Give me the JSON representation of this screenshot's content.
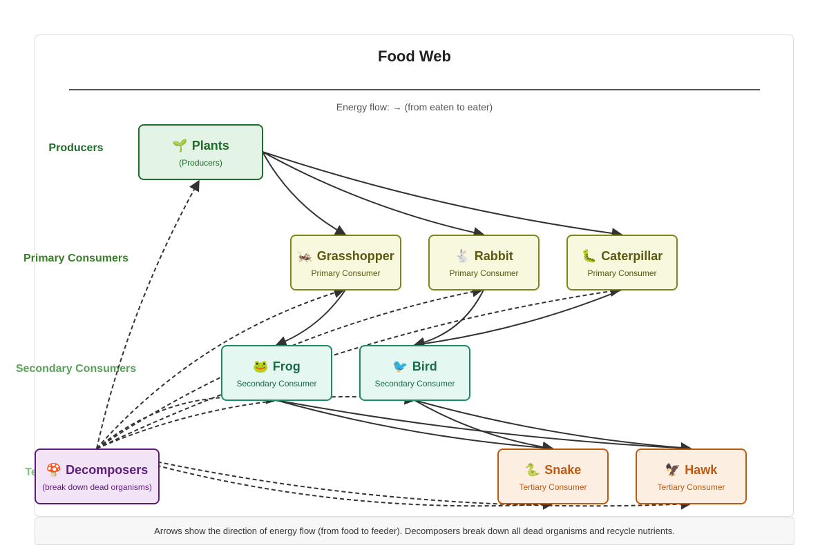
{
  "title": "Food Web",
  "subtitle": "Energy flow: → (from eaten to eater)",
  "levels": {
    "producers": "Producers",
    "primary": "Primary Consumers",
    "secondary": "Secondary Consumers",
    "tertiary": "Te"
  },
  "nodes": {
    "plants": {
      "name": "Plants",
      "role": "(Producers)",
      "icon": "seedling"
    },
    "grasshopper": {
      "name": "Grasshopper",
      "role": "Primary Consumer",
      "icon": "cricket"
    },
    "rabbit": {
      "name": "Rabbit",
      "role": "Primary Consumer",
      "icon": "rabbit"
    },
    "caterpillar": {
      "name": "Caterpillar",
      "role": "Primary Consumer",
      "icon": "caterpillar"
    },
    "frog": {
      "name": "Frog",
      "role": "Secondary Consumer",
      "icon": "frog"
    },
    "bird": {
      "name": "Bird",
      "role": "Secondary Consumer",
      "icon": "bird"
    },
    "snake": {
      "name": "Snake",
      "role": "Tertiary Consumer",
      "icon": "snake"
    },
    "hawk": {
      "name": "Hawk",
      "role": "Tertiary Consumer",
      "icon": "eagle"
    },
    "decomposers": {
      "name": "Decomposers",
      "role": "(break down dead organisms)",
      "icon": "mushroom"
    }
  },
  "edges": [
    {
      "from": "plants",
      "to": "grasshopper",
      "style": "solid"
    },
    {
      "from": "plants",
      "to": "rabbit",
      "style": "solid"
    },
    {
      "from": "plants",
      "to": "caterpillar",
      "style": "solid"
    },
    {
      "from": "grasshopper",
      "to": "frog",
      "style": "solid"
    },
    {
      "from": "rabbit",
      "to": "bird",
      "style": "solid"
    },
    {
      "from": "caterpillar",
      "to": "bird",
      "style": "solid"
    },
    {
      "from": "frog",
      "to": "snake",
      "style": "solid"
    },
    {
      "from": "frog",
      "to": "hawk",
      "style": "solid"
    },
    {
      "from": "bird",
      "to": "snake",
      "style": "solid"
    },
    {
      "from": "bird",
      "to": "hawk",
      "style": "solid"
    },
    {
      "from": "decomposers",
      "to": "plants",
      "style": "dashed"
    },
    {
      "from": "decomposers",
      "to": "grasshopper",
      "style": "dashed"
    },
    {
      "from": "decomposers",
      "to": "rabbit",
      "style": "dashed"
    },
    {
      "from": "decomposers",
      "to": "caterpillar",
      "style": "dashed"
    },
    {
      "from": "decomposers",
      "to": "frog",
      "style": "dashed"
    },
    {
      "from": "decomposers",
      "to": "bird",
      "style": "dashed"
    },
    {
      "from": "decomposers",
      "to": "snake",
      "style": "dashed"
    },
    {
      "from": "decomposers",
      "to": "hawk",
      "style": "dashed"
    }
  ],
  "colors": {
    "producer": "#1e6b2a",
    "primary": "#5a5a10",
    "secondary": "#1a6b4a",
    "tertiary": "#c0580e",
    "decomposer": "#5b1f7a"
  },
  "footer": "Arrows show the direction of energy flow (from food to feeder). Decomposers break down all dead organisms and recycle nutrients."
}
